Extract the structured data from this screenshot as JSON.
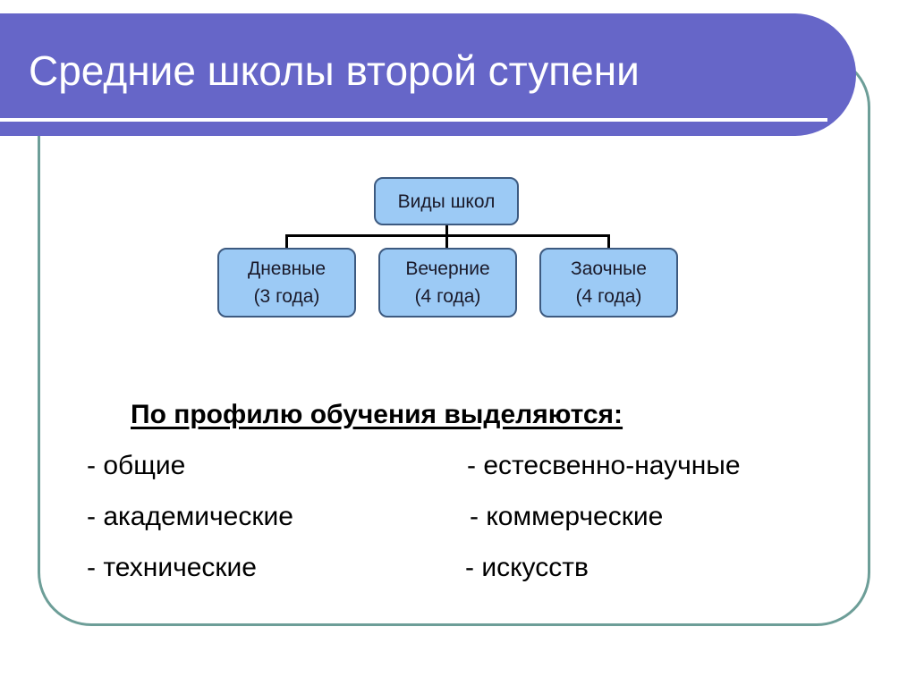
{
  "title": "Средние школы второй ступени",
  "diagram": {
    "root": "Виды школ",
    "children": [
      {
        "name": "Дневные",
        "duration": "(3 года)"
      },
      {
        "name": "Вечерние",
        "duration": "(4 года)"
      },
      {
        "name": "Заочные",
        "duration": "(4 года)"
      }
    ]
  },
  "profiles": {
    "heading": "По профилю обучения выделяются:",
    "left": [
      "- общие",
      "- академические",
      "- технические"
    ],
    "right": [
      "- естесвенно-научные",
      "- коммерческие",
      "- искусств"
    ]
  },
  "colors": {
    "band": "#6666c8",
    "frame": "#6d9e98",
    "box": "#9ccaf5"
  }
}
